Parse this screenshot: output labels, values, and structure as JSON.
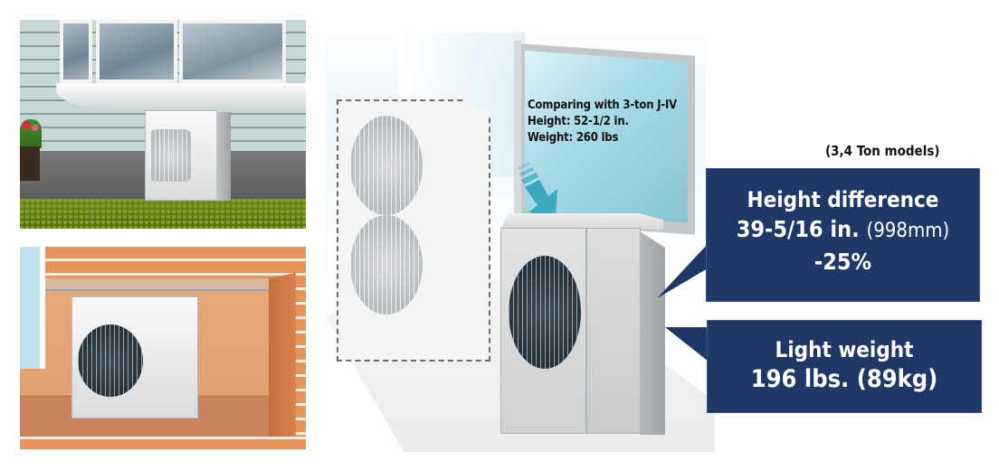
{
  "panels": {
    "top_photo": {
      "description": "Outdoor heat pump unit installed beside house with siding, bay window and lawn"
    },
    "bottom_photo": {
      "description": "Outdoor heat pump unit installed in brick wall recess"
    }
  },
  "illustration": {
    "comparison": {
      "line1": "Comparing with 3-ton J-IV",
      "line2": "Height: 52-1/2 in.",
      "line3": "Weight: 260 lbs"
    }
  },
  "models_note": "(3,4 Ton models)",
  "callouts": [
    {
      "title": "Height difference",
      "value": "39-5/16 in.",
      "value_metric": "(998mm)",
      "percent": "-25%"
    },
    {
      "title": "Light weight",
      "value": "196 lbs. (89kg)"
    }
  ],
  "colors": {
    "callout_bg": "#1f3868",
    "arrow": "#3aa8bf",
    "glass": "#a9dbe7"
  }
}
